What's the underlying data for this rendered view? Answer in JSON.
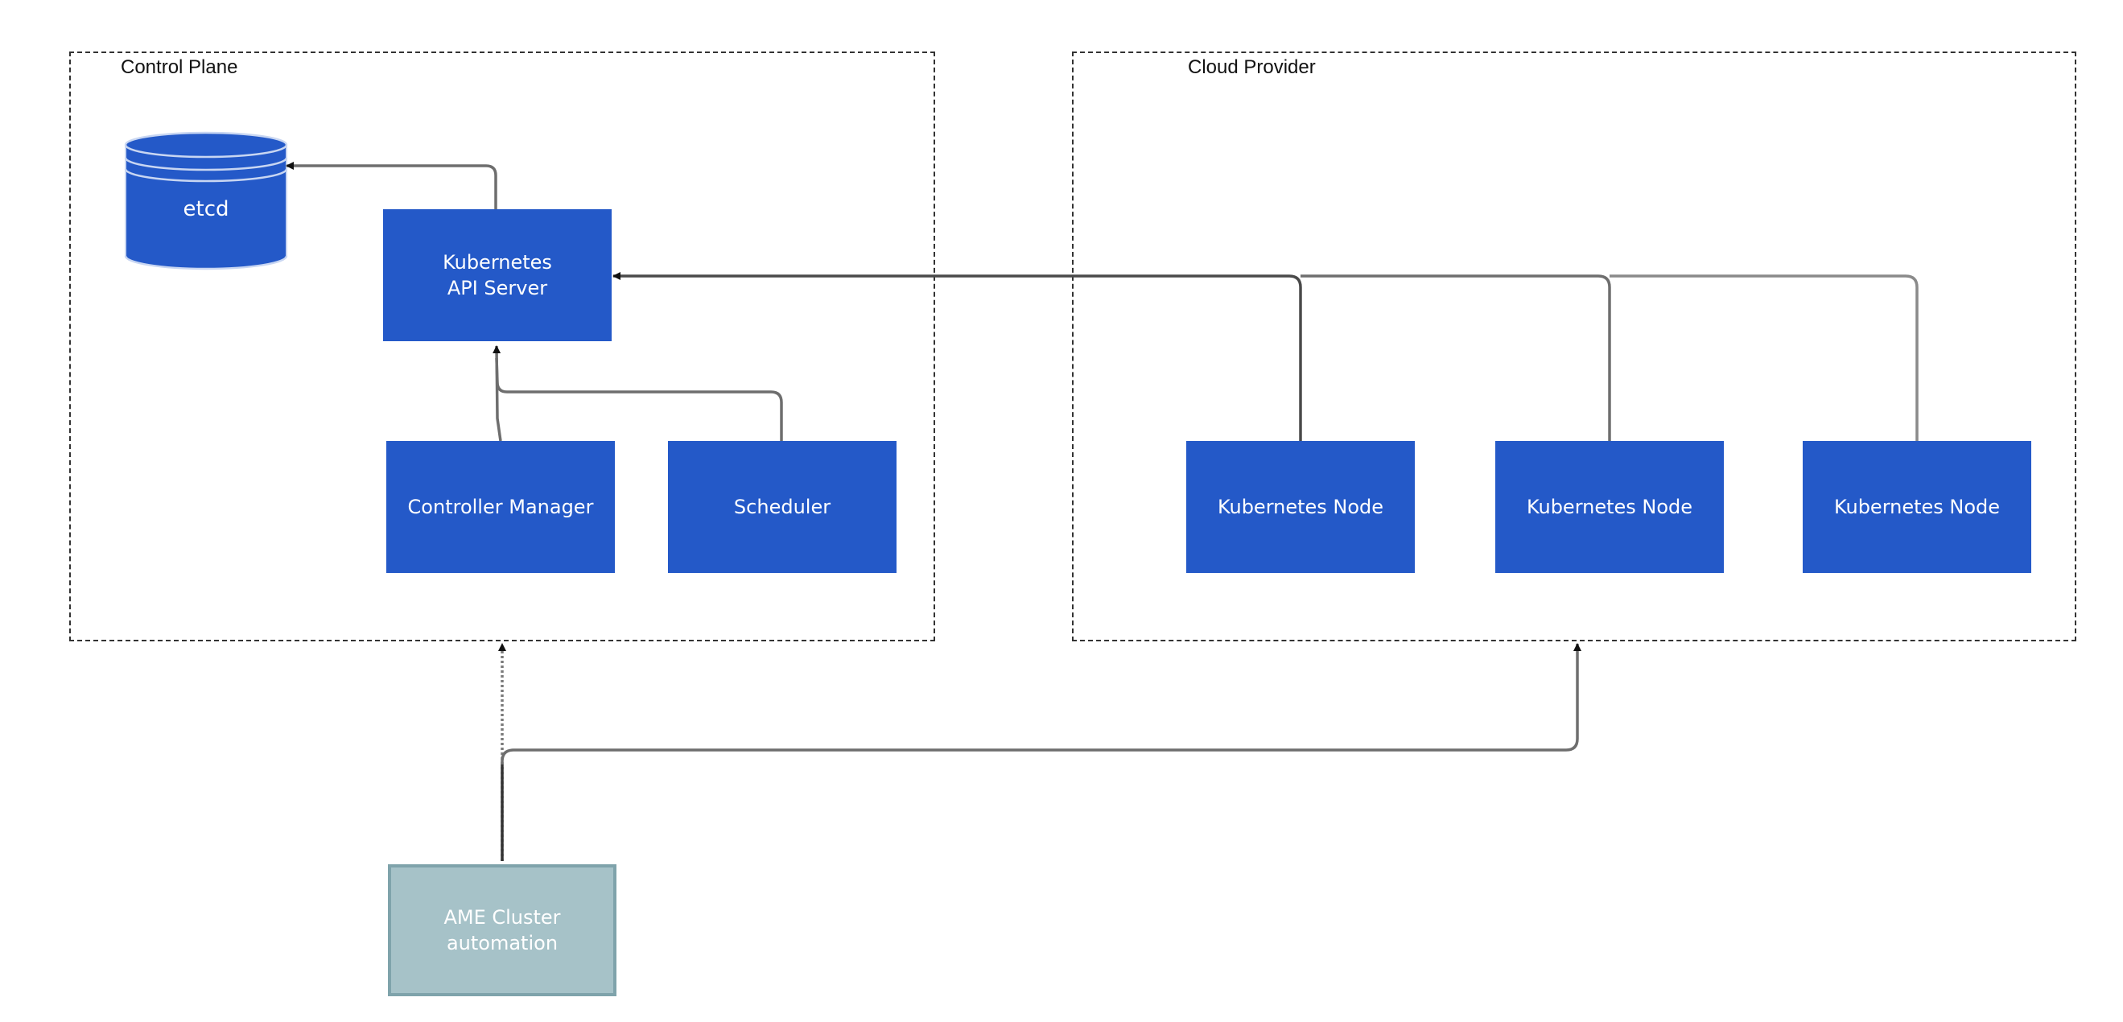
{
  "groups": {
    "control_plane": "Control Plane",
    "cloud_provider": "Cloud Provider"
  },
  "nodes": {
    "etcd": "etcd",
    "api_server": "Kubernetes\nAPI Server",
    "controller_manager": "Controller Manager",
    "scheduler": "Scheduler",
    "k8s_node_1": "Kubernetes Node",
    "k8s_node_2": "Kubernetes Node",
    "k8s_node_3": "Kubernetes Node",
    "automation": "AME Cluster\nautomation"
  },
  "colors": {
    "node_fill": "#2459c8",
    "automation_fill": "#a6c2c8",
    "automation_border": "#7fa3ab",
    "connector": "#6e6e6e",
    "group_border": "#333333"
  }
}
